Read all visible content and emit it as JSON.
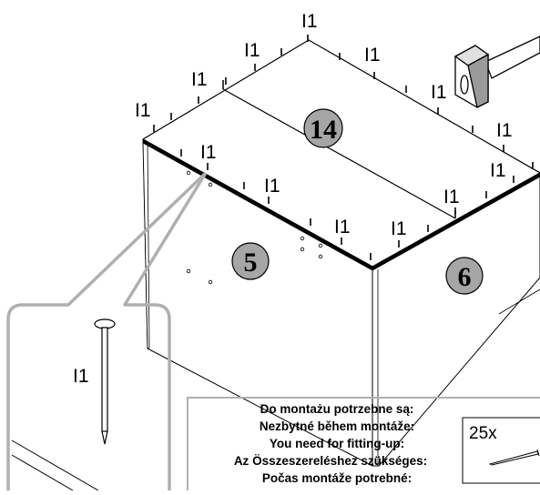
{
  "nail_code": "I1",
  "parts": {
    "top_panel": "14",
    "front_panel": "5",
    "side_panel": "6"
  },
  "requirements": {
    "lines": [
      "Do montażu potrzebne są:",
      "Nezbytné během montáže:",
      "You need for fitting-up:",
      "Az Összeszereléshez szükséges:",
      "Počas montáže potrebné:"
    ],
    "quantity": "25x"
  },
  "tools": [
    "hammer-icon",
    "nail-icon"
  ],
  "colors": {
    "line": "#000000",
    "badge_fill": "#a6a6a6",
    "callout_gray": "#b0b0b0"
  }
}
